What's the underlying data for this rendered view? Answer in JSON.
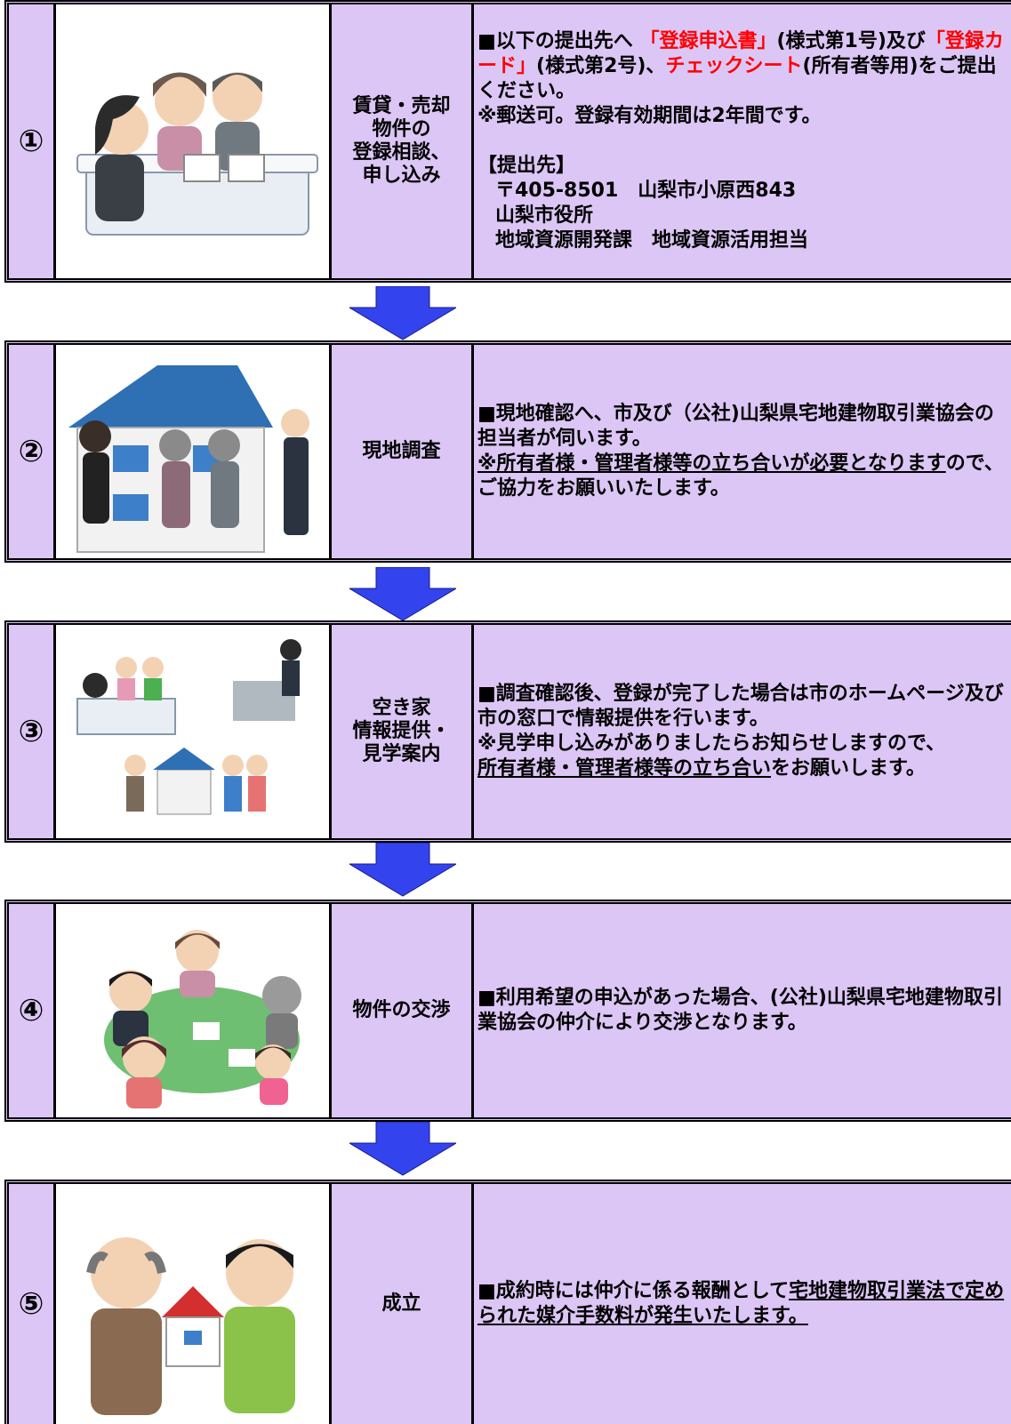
{
  "steps": [
    {
      "number": "①",
      "title": "賃貸・売却\n物件の\n登録相談、\n申し込み",
      "desc": {
        "p1": "■以下の提出先へ",
        "p1_red1": "「登録申込書」",
        "p1_b": "(様式第1号)及び",
        "p1_red2": "「登録カード」",
        "p1_c": "(様式第2号)、",
        "p1_red3": "チェックシート",
        "p1_d": "(所有者等用)をご提出ください。",
        "p2": "※郵送可。登録有効期間は2年間です。",
        "p3": "【提出先】",
        "p4": "〒405-8501　山梨市小原西843",
        "p5": "山梨市役所",
        "p6": "地域資源開発課　地域資源活用担当"
      }
    },
    {
      "number": "②",
      "title": "現地調査",
      "desc": {
        "p1": "■現地確認へ、市及び（公社)山梨県宅地建物取引業協会の担当者が伺います。",
        "p2u": "※所有者様・管理者様等の立ち合いが必要となります",
        "p2": "ので、ご協力をお願いいたします。"
      }
    },
    {
      "number": "③",
      "title": "空き家\n情報提供・\n見学案内",
      "desc": {
        "p1": "■調査確認後、登録が完了した場合は市のホームページ及び市の窓口で情報提供を行います。",
        "p2": "※見学申し込みがありましたらお知らせしますので、",
        "p3u": "所有者様・管理者様等の立ち合い",
        "p3": "をお願いします。"
      }
    },
    {
      "number": "④",
      "title": "物件の交渉",
      "desc": {
        "p1": "■利用希望の申込があった場合、(公社)山梨県宅地建物取引業協会の仲介により交渉となります。"
      }
    },
    {
      "number": "⑤",
      "title": "成立",
      "desc": {
        "p1": "■成約時には仲介に係る報酬として",
        "p1u": "宅地建物取引業法で定められた媒介手数料が発生いたします。"
      }
    }
  ],
  "colors": {
    "row_bg": "#dcc6f5",
    "arrow": "#3344ee",
    "highlight": "#ff0000"
  },
  "icons": [
    "consultation-illustration",
    "site-survey-illustration",
    "information-illustration",
    "negotiation-illustration",
    "handover-illustration",
    "down-arrow-icon"
  ]
}
